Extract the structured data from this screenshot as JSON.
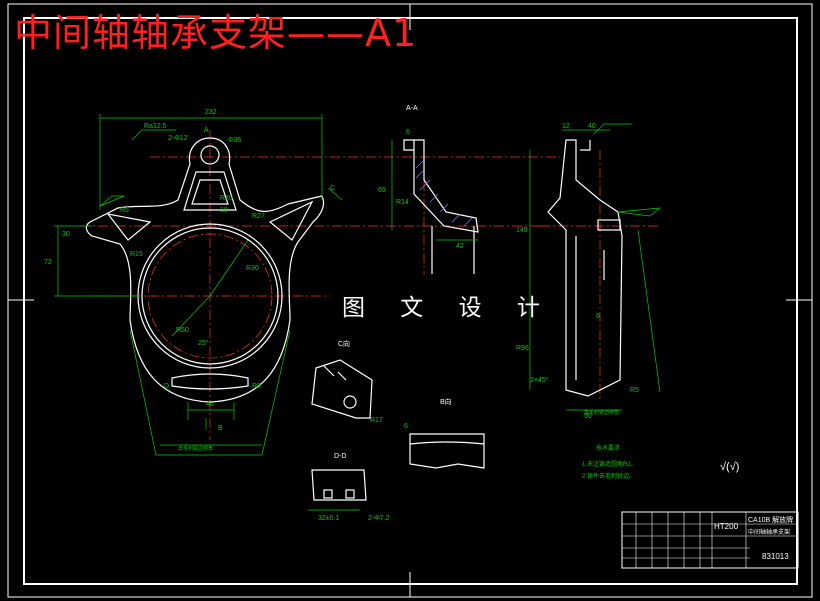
{
  "page_title": "中间轴轴承支架——A1",
  "watermark": "图 文 设 计",
  "colors": {
    "background": "#000000",
    "outline": "#ffffff",
    "dimension": "#00cc00",
    "center_line": "#ff3030",
    "hatch": "#8080ff",
    "title": "#ff2020"
  },
  "views": {
    "main": {
      "dim_width": "232",
      "roughness": "Ra12.5",
      "hole_spec": "2-Φ12",
      "dia_top": "Φ36",
      "section_a": "A",
      "r5": "R5",
      "r20": "R20",
      "r27": "R27",
      "r15": "R15",
      "dim_30": "30",
      "dim_10": "10",
      "dim_72": "72",
      "r30": "R30",
      "r50": "R50",
      "angle": "25°",
      "r8": "R8",
      "dim_46": "46",
      "label_b": "B",
      "label_d": "D",
      "label_c": "C",
      "note": "去毛刺锐边倒角"
    },
    "section_aa": {
      "title": "A-A",
      "dim_6": "6",
      "r14": "R14",
      "dim_42": "42",
      "dim_69": "69"
    },
    "side": {
      "dim_12": "12",
      "dim_40": "40",
      "dim_149": "149",
      "r96": "R96",
      "chamfer": "2×45°",
      "r5": "R5",
      "dim_50": "50",
      "dim_6": "6",
      "note": "去毛刺锐边倒角"
    },
    "view_c": {
      "title": "C向",
      "r17": "R17"
    },
    "view_b": {
      "title": "B向",
      "dim_6": "6"
    },
    "view_dd": {
      "title": "D-D",
      "dim": "32±0.1",
      "holes": "2-Φ7.2"
    },
    "tech_req": {
      "title": "技术要求",
      "items": [
        "1.未注铸造圆角R2。",
        "2.铸件去毛刺锐边。"
      ]
    }
  },
  "symbol_other": "√(√)",
  "title_block": {
    "material": "HT200",
    "company": "CA10B 解放牌",
    "part_name": "中间轴轴承支架",
    "drawing_no": "831013"
  }
}
